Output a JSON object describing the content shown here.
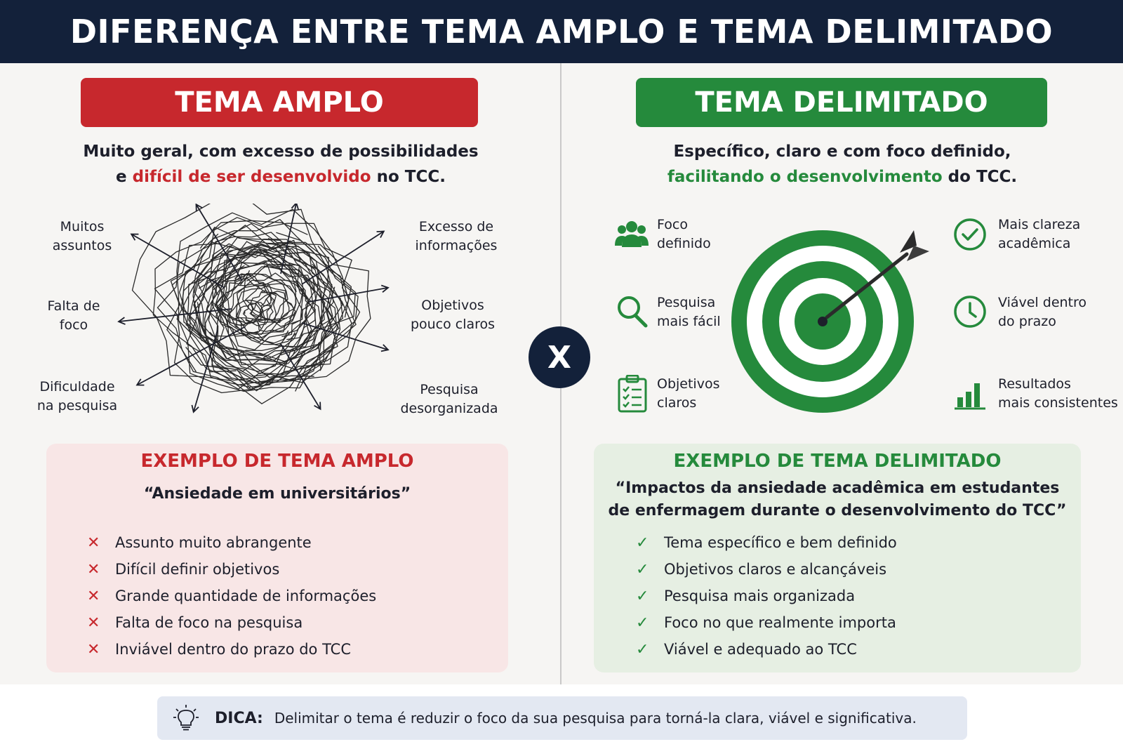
{
  "title": "DIFERENÇA ENTRE TEMA AMPLO E TEMA DELIMITADO",
  "versus": "X",
  "left": {
    "banner": "TEMA AMPLO",
    "subtitle": {
      "line1": "Muito geral, com excesso de possibilidades",
      "line2_pre": "e ",
      "line2_highlight": "difícil de ser desenvolvido",
      "line2_post": " no TCC."
    },
    "labels": {
      "muitos_assuntos": [
        "Muitos",
        "assuntos"
      ],
      "falta_foco": [
        "Falta de",
        "foco"
      ],
      "dificuldade": [
        "Dificuldade",
        "na pesquisa"
      ],
      "excesso": [
        "Excesso de",
        "informações"
      ],
      "objetivos_pouco": [
        "Objetivos",
        "pouco claros"
      ],
      "pesquisa_desorg": [
        "Pesquisa",
        "desorganizada"
      ]
    },
    "example": {
      "title": "EXEMPLO DE TEMA AMPLO",
      "quote": "“Ansiedade em universitários”",
      "mark": "✕",
      "items": [
        "Assunto muito abrangente",
        "Difícil definir objetivos",
        "Grande quantidade de informações",
        "Falta de foco na pesquisa",
        "Inviável dentro do prazo do TCC"
      ]
    }
  },
  "right": {
    "banner": "TEMA DELIMITADO",
    "subtitle": {
      "line1": "Específico, claro e com foco definido,",
      "line2_highlight": "facilitando o desenvolvimento",
      "line2_post": " do TCC."
    },
    "features": {
      "foco": [
        "Foco",
        "definido"
      ],
      "pesquisa": [
        "Pesquisa",
        "mais fácil"
      ],
      "objetivos": [
        "Objetivos",
        "claros"
      ],
      "clareza": [
        "Mais clareza",
        "acadêmica"
      ],
      "viavel": [
        "Viável dentro",
        "do prazo"
      ],
      "resultados": [
        "Resultados",
        "mais consistentes"
      ]
    },
    "example": {
      "title": "EXEMPLO DE TEMA DELIMITADO",
      "quote_line1": "“Impactos da ansiedade acadêmica em estudantes",
      "quote_line2": "de enfermagem durante o desenvolvimento do TCC”",
      "mark": "✓",
      "items": [
        "Tema específico e bem definido",
        "Objetivos claros e alcançáveis",
        "Pesquisa mais organizada",
        "Foco no que realmente importa",
        "Viável e adequado ao TCC"
      ]
    }
  },
  "tip": {
    "label": "DICA:",
    "text": "Delimitar o tema é reduzir o foco da sua pesquisa para torná-la clara, viável e significativa."
  },
  "colors": {
    "navy": "#13213a",
    "red": "#c7282d",
    "green": "#258a3c",
    "red_box": "#f8e6e6",
    "green_box": "#e6efe3",
    "tip_box": "#e3e8f2"
  }
}
